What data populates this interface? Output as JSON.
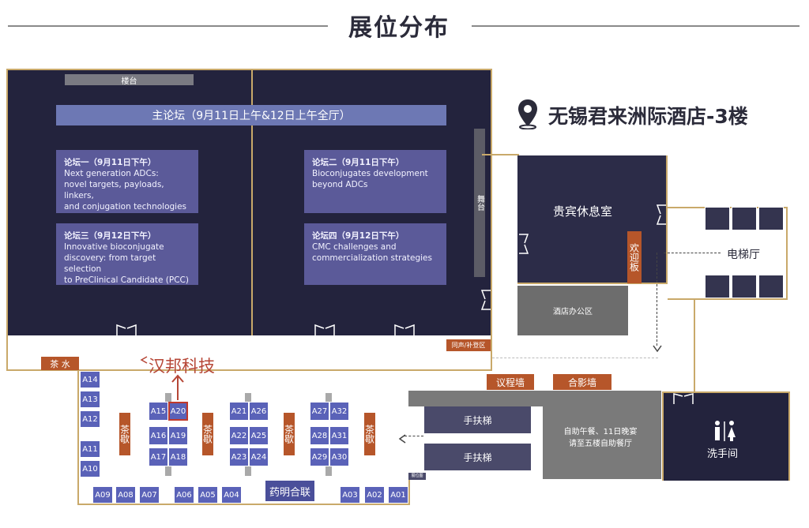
{
  "page_title": "展位分布",
  "location": {
    "icon": "location-pin-icon",
    "text": "无锡君来洲际酒店-3楼"
  },
  "hall": {
    "stage_top": "楼台",
    "stage_right": "舞台",
    "main_forum": "主论坛（9月11日上午&12日上午全厅）",
    "forums": [
      {
        "title": "论坛一（9月11日下午）",
        "lines": [
          "Next generation ADCs:",
          "novel targets, payloads, linkers,",
          "and conjugation technologies"
        ]
      },
      {
        "title": "论坛二（9月11日下午）",
        "lines": [
          "Bioconjugates development",
          "beyond ADCs"
        ]
      },
      {
        "title": "论坛三（9月12日下午）",
        "lines": [
          "Innovative bioconjugate",
          "discovery: from target selection",
          "to PreClinical Candidate (PCC)"
        ]
      },
      {
        "title": "论坛四（9月12日下午）",
        "lines": [
          "CMC challenges and",
          "commercialization strategies"
        ]
      }
    ],
    "sign_corner": "同声/补登区"
  },
  "rooms": {
    "vip_lounge": "贵宾休息室",
    "welcome": "欢迎板",
    "hotel_office": "酒店办公区",
    "elevator_hall": "电梯厅",
    "restroom": "洗手间",
    "restroom_icon": "restroom-icon",
    "escalator_1": "手扶梯",
    "escalator_2": "手扶梯",
    "buffet_line1": "自助午餐、11日晚宴",
    "buffet_line2": "请至五楼自助餐厅",
    "agenda_wall": "议程墙",
    "photo_wall": "合影墙",
    "tea_top": "茶 水",
    "tea_break": "茶歇",
    "small_sign": "展位图"
  },
  "highlight": {
    "label": "汉邦科技",
    "booth": "A20"
  },
  "sponsor_booth": "药明合联",
  "booths": {
    "left_column": [
      "A14",
      "A13",
      "A12",
      "A11",
      "A10"
    ],
    "bottom_left": [
      "A09",
      "A08",
      "A07",
      "A06",
      "A05",
      "A04"
    ],
    "bottom_right": [
      "A03",
      "A02",
      "A01"
    ],
    "island1": [
      "A15",
      "A20",
      "A16",
      "A19",
      "A17",
      "A18"
    ],
    "island2": [
      "A21",
      "A26",
      "A22",
      "A25",
      "A23",
      "A24"
    ],
    "island3": [
      "A27",
      "A32",
      "A28",
      "A31",
      "A29",
      "A30"
    ]
  },
  "colors": {
    "hall": "#23233d",
    "forum": "#5b5a99",
    "main_forum": "#6d78b4",
    "booth": "#5a62b8",
    "orange": "#b6562a",
    "gold_border": "#c9a96a",
    "highlight": "#c0392b"
  }
}
